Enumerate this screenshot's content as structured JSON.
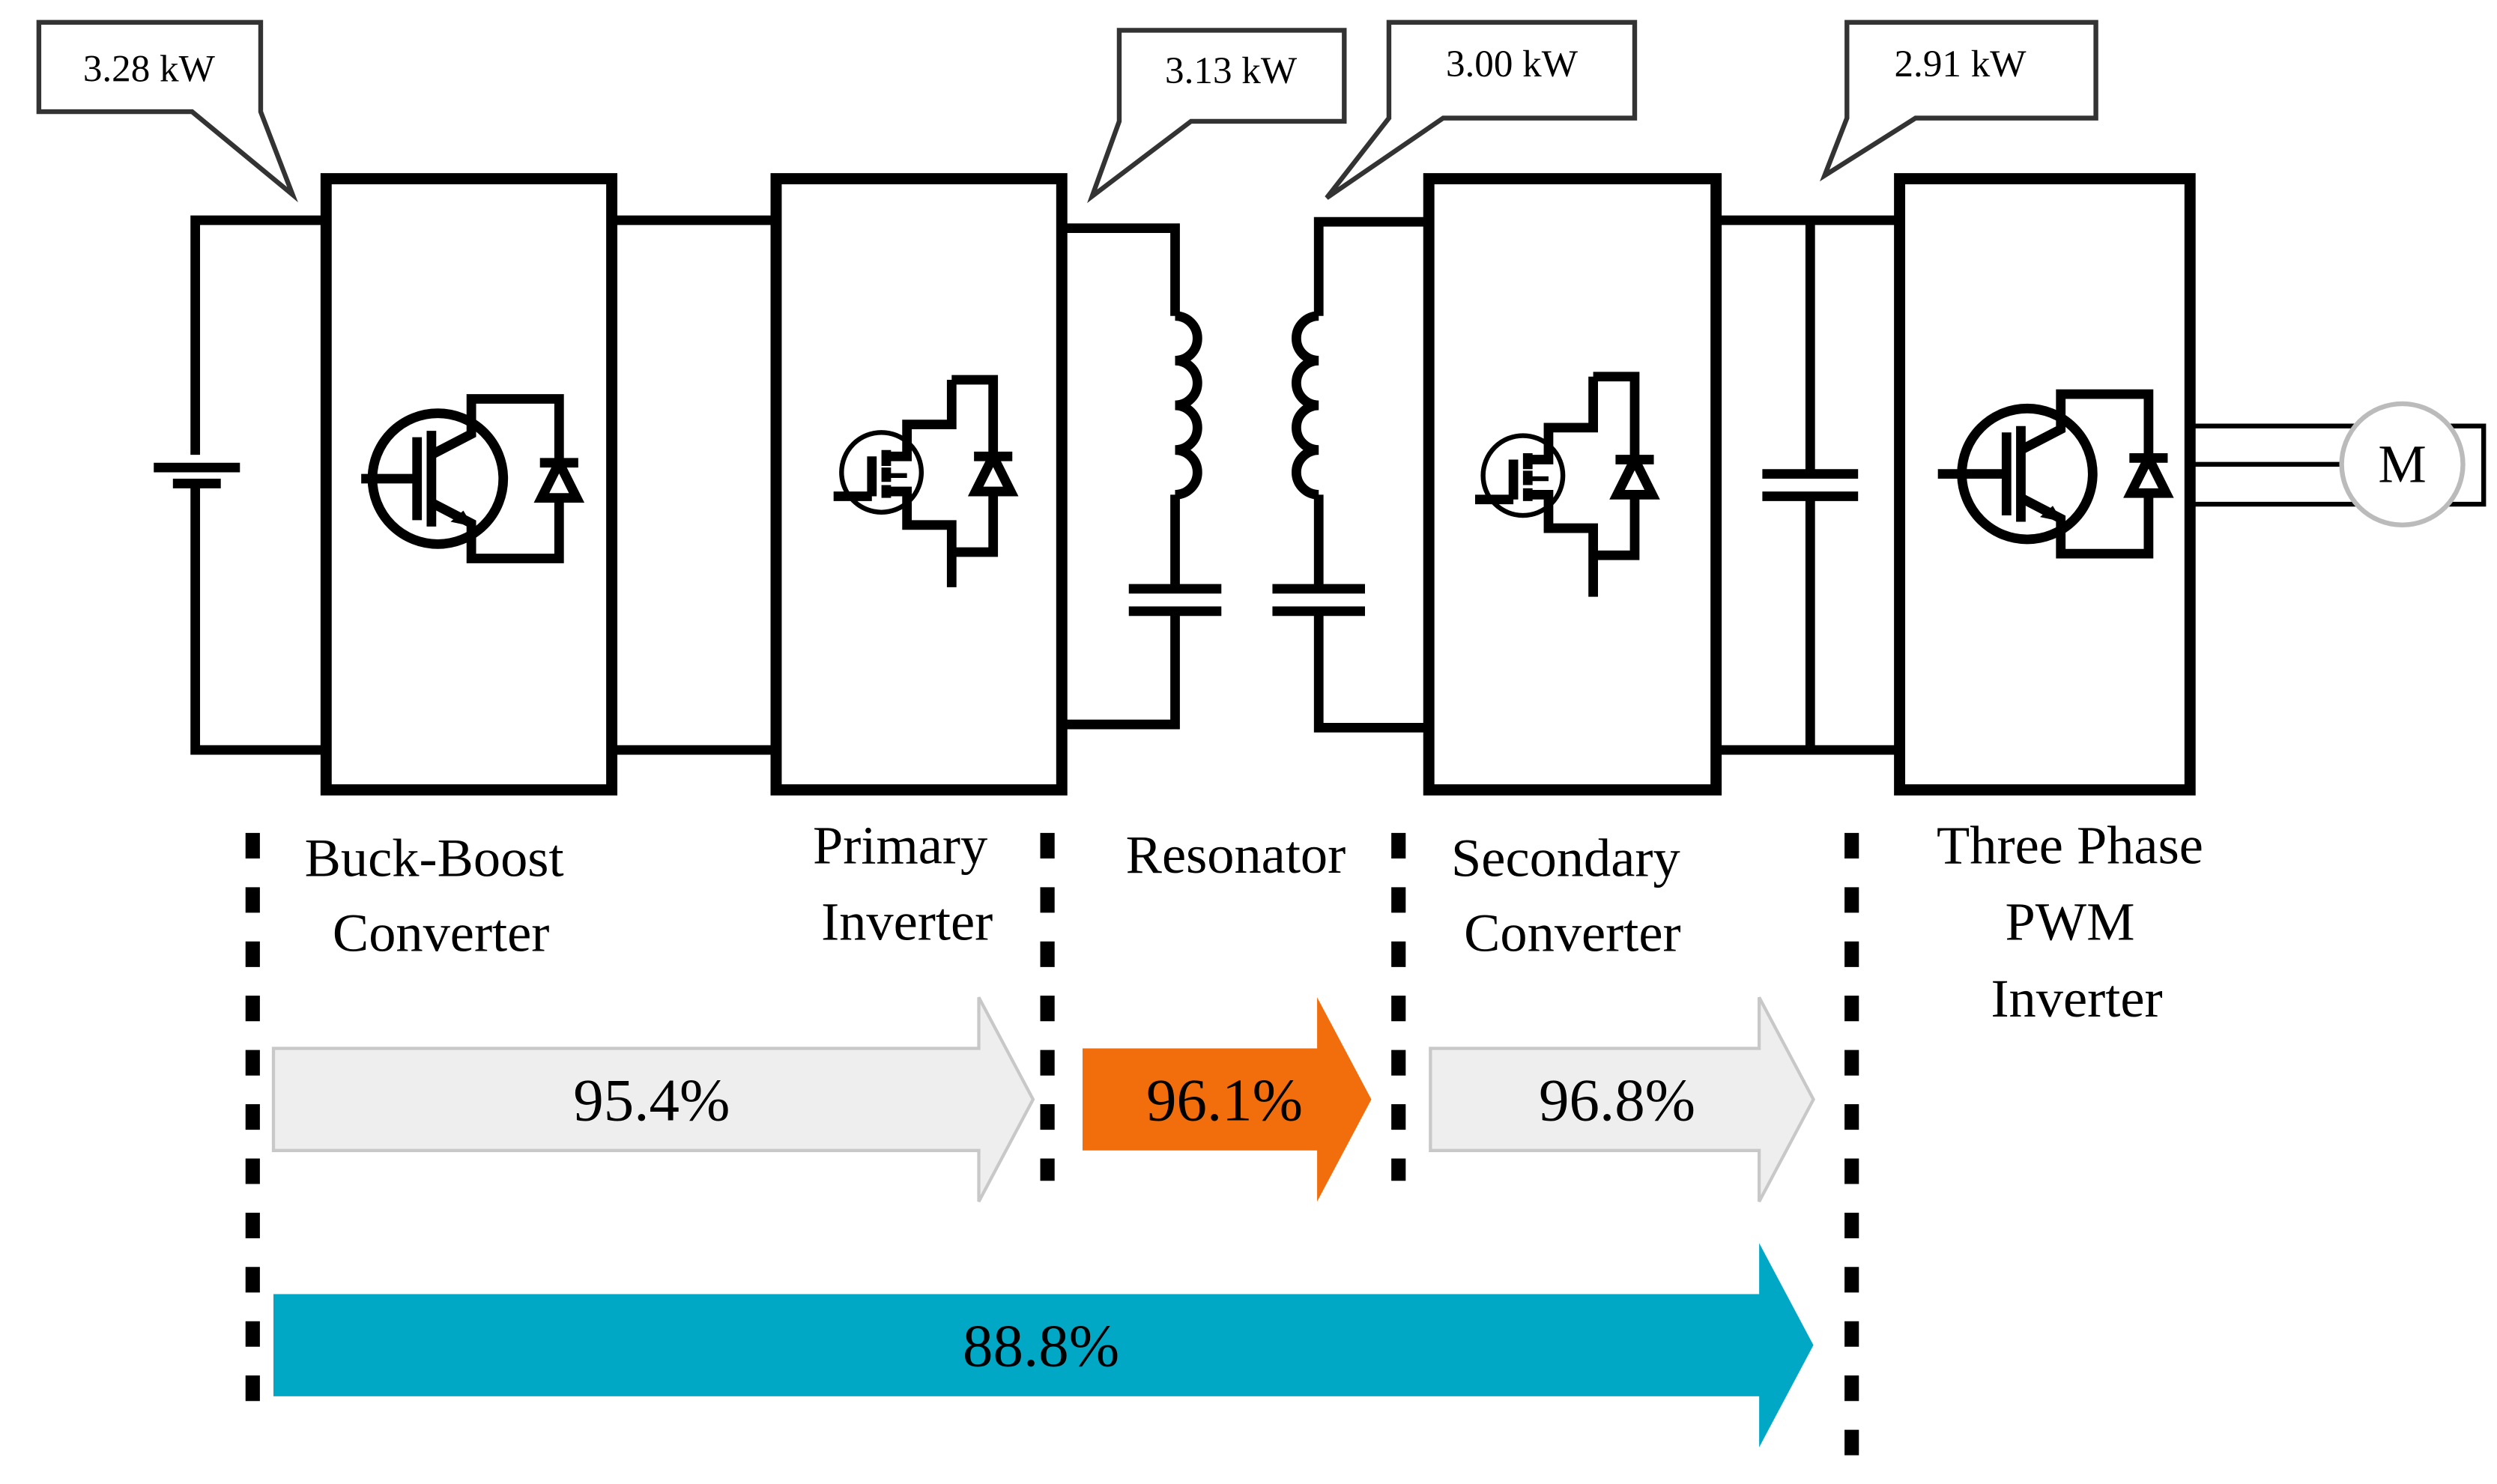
{
  "callouts": [
    {
      "id": "input",
      "text": "3.28 kW"
    },
    {
      "id": "primary-out",
      "text": "3.13 kW"
    },
    {
      "id": "secondary-in",
      "text": "3.00 kW"
    },
    {
      "id": "dc-link",
      "text": "2.91 kW"
    }
  ],
  "blocks": [
    {
      "id": "buck-boost",
      "lines": [
        "Buck-Boost",
        "Converter"
      ]
    },
    {
      "id": "primary-inverter",
      "lines": [
        "Primary",
        "Inverter"
      ]
    },
    {
      "id": "resonator",
      "lines": [
        "Resonator"
      ]
    },
    {
      "id": "secondary-converter",
      "lines": [
        "Secondary",
        "Converter"
      ]
    },
    {
      "id": "three-phase",
      "lines": [
        "Three Phase",
        "PWM",
        "Inverter"
      ]
    }
  ],
  "motor_label": "M",
  "efficiencies": [
    {
      "id": "buck-primary",
      "text": "95.4%",
      "value": 95.4,
      "color": "#eeeeee"
    },
    {
      "id": "resonator",
      "text": "96.1%",
      "value": 96.1,
      "color": "#f26d0c"
    },
    {
      "id": "secondary",
      "text": "96.8%",
      "value": 96.8,
      "color": "#eeeeee"
    },
    {
      "id": "total",
      "text": "88.8%",
      "value": 88.8,
      "color": "#00a8c6"
    }
  ]
}
